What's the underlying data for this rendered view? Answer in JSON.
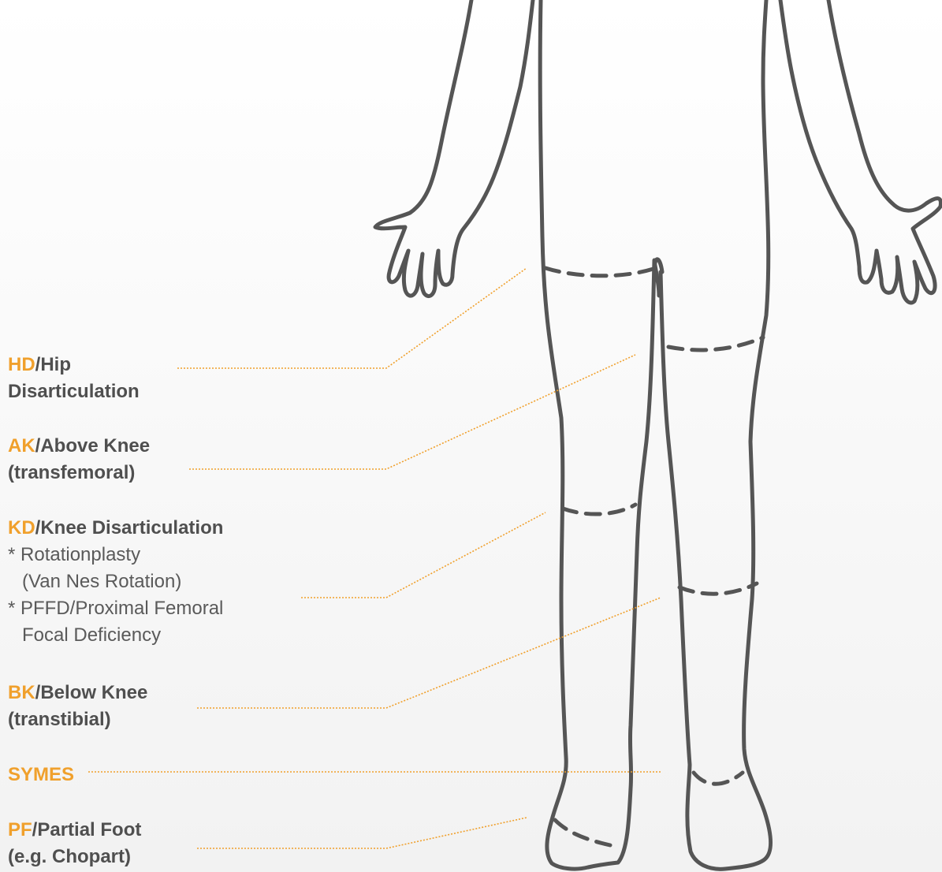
{
  "colors": {
    "accent": "#f0a02c",
    "text": "#545454",
    "outline": "#555555"
  },
  "labels": {
    "hd": {
      "abbr": "HD",
      "rest": "/Hip",
      "line2": "Disarticulation"
    },
    "ak": {
      "abbr": "AK",
      "rest": "/Above Knee",
      "line2": "(transfemoral)"
    },
    "kd": {
      "abbr": "KD",
      "rest": "/Knee Disarticulation",
      "notes": [
        "* Rotationplasty",
        "(Van Nes Rotation)",
        "* PFFD/Proximal Femoral",
        "Focal Deficiency"
      ]
    },
    "bk": {
      "abbr": "BK",
      "rest": "/Below Knee",
      "line2": "(transtibial)"
    },
    "symes": {
      "abbr": "SYMES"
    },
    "pf": {
      "abbr": "PF",
      "rest": "/Partial Foot",
      "line2": "(e.g. Chopart)"
    }
  }
}
